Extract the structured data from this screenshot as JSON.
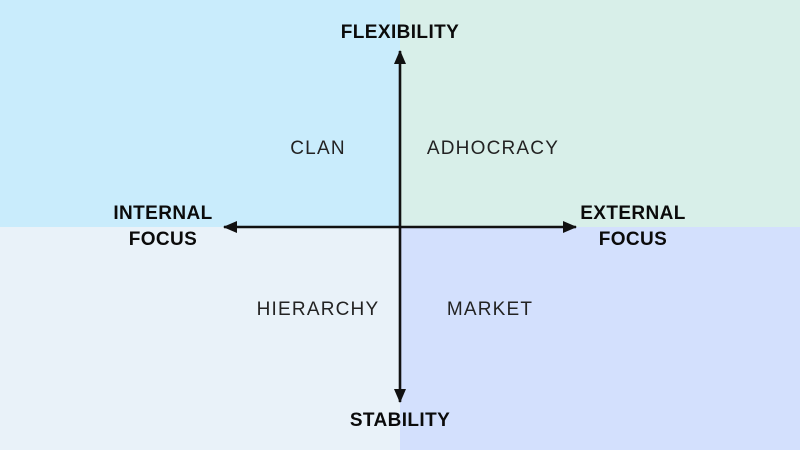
{
  "axes": {
    "top_label": "FLEXIBILITY",
    "bottom_label": "STABILITY",
    "left_label_line1": "INTERNAL",
    "left_label_line2": "FOCUS",
    "right_label_line1": "EXTERNAL",
    "right_label_line2": "FOCUS",
    "line_color": "#111111"
  },
  "quadrants": [
    {
      "position": "top-left",
      "label": "CLAN",
      "background": "#c9ecfc"
    },
    {
      "position": "top-right",
      "label": "ADHOCRACY",
      "background": "#d8efe9"
    },
    {
      "position": "bottom-left",
      "label": "HIERARCHY",
      "background": "#e9f2f9"
    },
    {
      "position": "bottom-right",
      "label": "MARKET",
      "background": "#d3e0fd"
    }
  ]
}
